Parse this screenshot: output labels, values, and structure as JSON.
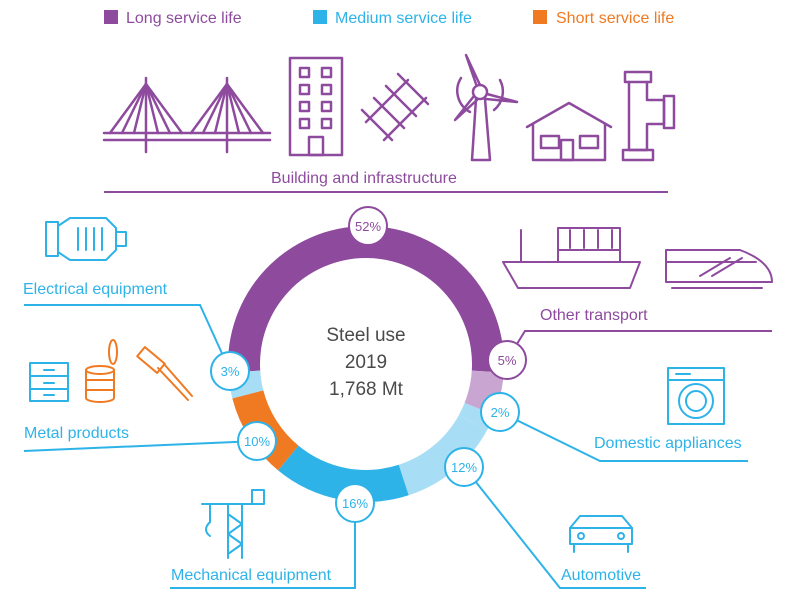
{
  "colors": {
    "long": "#8E4B9E",
    "long_light": "#C9A6D2",
    "medium": "#2EB3E8",
    "medium_light": "#A7DDF5",
    "short": "#F07A22",
    "text_gray": "#4a4a4a"
  },
  "legend": [
    {
      "label": "Long service life",
      "color": "#8E4B9E"
    },
    {
      "label": "Medium service life",
      "color": "#2EB3E8"
    },
    {
      "label": "Short service life",
      "color": "#F07A22"
    }
  ],
  "center": {
    "line1": "Steel use",
    "line2": "2019",
    "line3": "1,768 Mt"
  },
  "chart_data": {
    "type": "pie",
    "title": "Steel use 2019",
    "total": "1,768 Mt",
    "slices": [
      {
        "name": "Building and infrastructure",
        "value": 52,
        "label": "52%",
        "service_life": "Long service life"
      },
      {
        "name": "Other transport",
        "value": 5,
        "label": "5%",
        "service_life": "Long service life"
      },
      {
        "name": "Domestic appliances",
        "value": 2,
        "label": "2%",
        "service_life": "Medium service life"
      },
      {
        "name": "Automotive",
        "value": 12,
        "label": "12%",
        "service_life": "Medium service life"
      },
      {
        "name": "Mechanical equipment",
        "value": 16,
        "label": "16%",
        "service_life": "Medium service life"
      },
      {
        "name": "Metal products",
        "value": 10,
        "label": "10%",
        "service_life": "Short service life"
      },
      {
        "name": "Electrical equipment",
        "value": 3,
        "label": "3%",
        "service_life": "Medium service life"
      }
    ]
  },
  "categories": {
    "building": "Building and infrastructure",
    "electrical": "Electrical equipment",
    "other_transport": "Other transport",
    "metal": "Metal products",
    "domestic": "Domestic appliances",
    "automotive": "Automotive",
    "mechanical": "Mechanical equipment"
  },
  "icons": [
    "bridge-icon",
    "building-icon",
    "railway-track-icon",
    "wind-turbine-icon",
    "house-icon",
    "pipe-icon",
    "motor-icon",
    "cargo-ship-icon",
    "train-icon",
    "drawers-icon",
    "can-icon",
    "razor-icon",
    "washing-machine-icon",
    "car-icon",
    "crane-icon"
  ]
}
